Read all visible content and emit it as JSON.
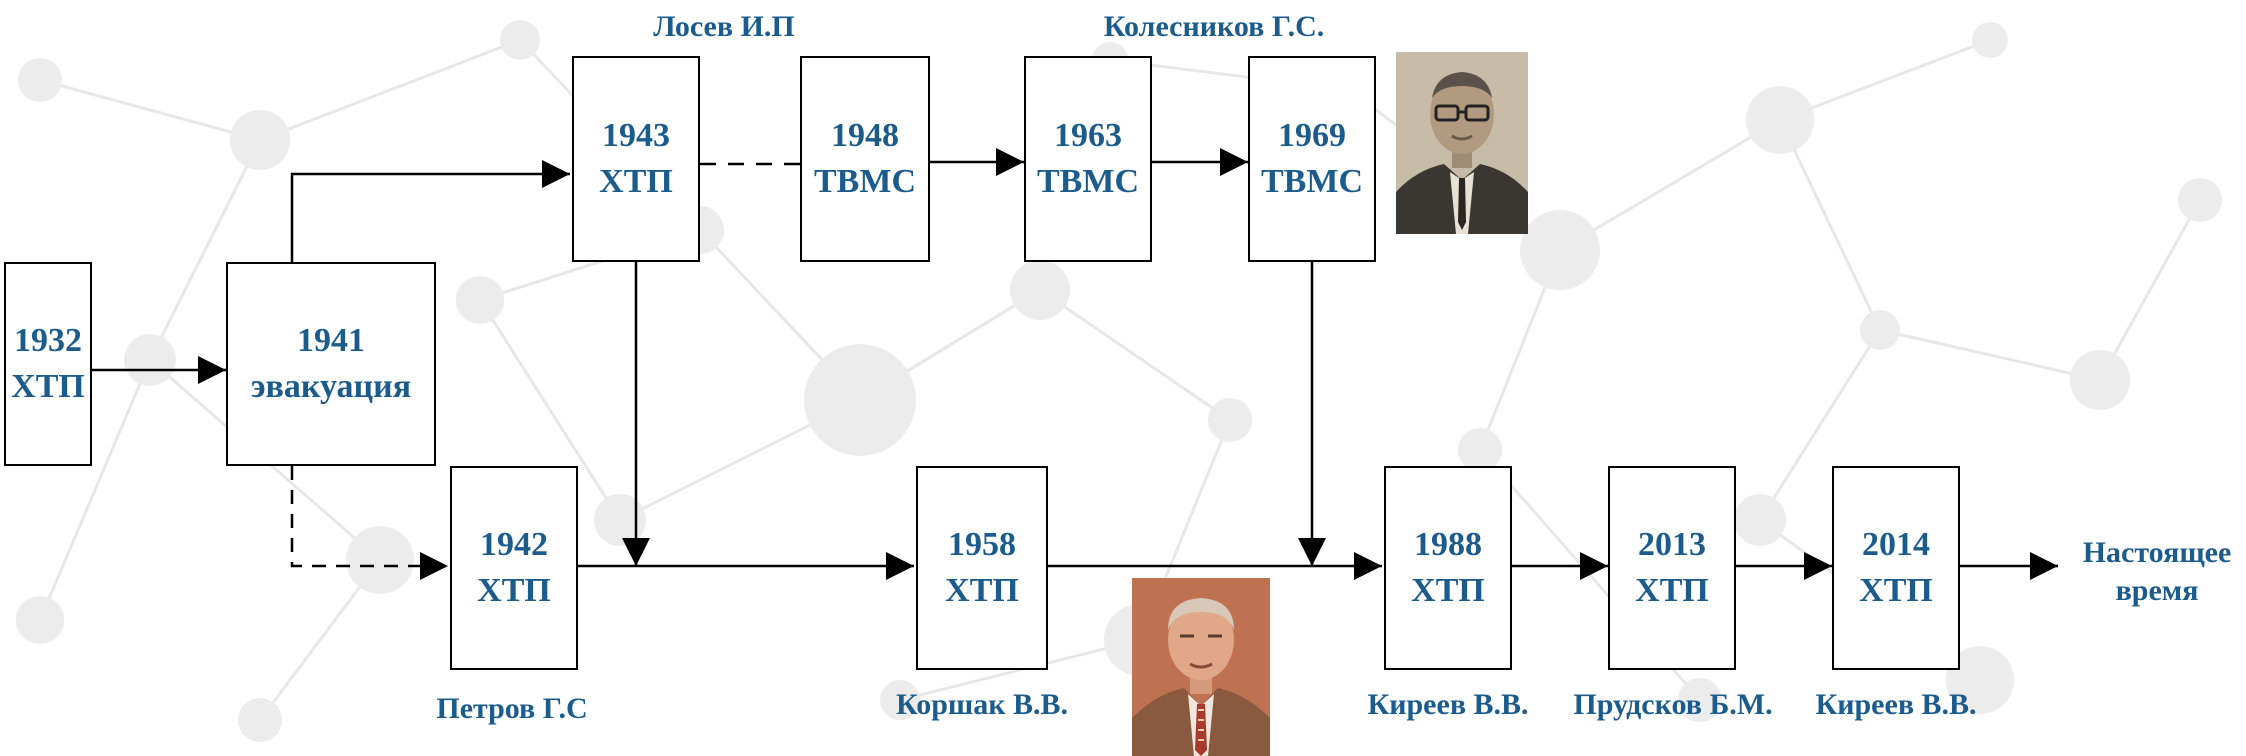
{
  "nodes": {
    "n1932": {
      "year": "1932",
      "name": "ХТП"
    },
    "n1941": {
      "year": "1941",
      "name": "эвакуация"
    },
    "n1942": {
      "year": "1942",
      "name": "ХТП"
    },
    "n1943": {
      "year": "1943",
      "name": "ХТП"
    },
    "n1948": {
      "year": "1948",
      "name": "ТВМС"
    },
    "n1963": {
      "year": "1963",
      "name": "ТВМС"
    },
    "n1969": {
      "year": "1969",
      "name": "ТВМС"
    },
    "n1958": {
      "year": "1958",
      "name": "ХТП"
    },
    "n1988": {
      "year": "1988",
      "name": "ХТП"
    },
    "n2013": {
      "year": "2013",
      "name": "ХТП"
    },
    "n2014": {
      "year": "2014",
      "name": "ХТП"
    }
  },
  "people": {
    "losev": "Лосев И.П",
    "kolesnikov": "Колесников Г.С.",
    "petrov": "Петров Г.С",
    "korshak": "Коршак В.В.",
    "kireev1": "Киреев В.В.",
    "prudskov": "Прудсков Б.М.",
    "kireev2": "Киреев В.В."
  },
  "end_label": "Настоящее время",
  "colors": {
    "accent": "#1c5c8c",
    "stroke": "#000000"
  },
  "photos": {
    "kolesnikov": "portrait-photo-sepia",
    "korshak": "portrait-photo-color"
  }
}
